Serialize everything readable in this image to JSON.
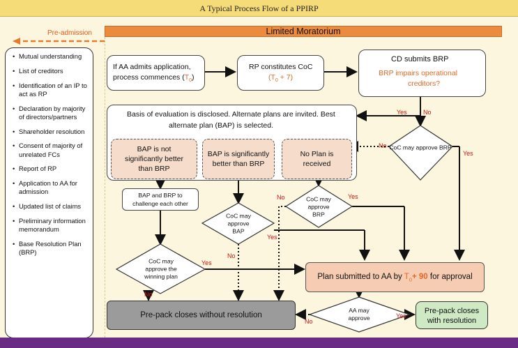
{
  "title": "A Typical Process Flow of a PPIRP",
  "moratorium": "Limited Moratorium",
  "pre_admission": "Pre-admission",
  "sidebar": [
    "Mutual understanding",
    "List of creditors",
    "Identification of an IP to act as RP",
    "Declaration by majority of directors/partners",
    "Shareholder resolution",
    "Consent of majority of unrelated FCs",
    "Report of RP",
    "Application to AA for admission",
    "Updated list of claims",
    "Preliminary information memorandum",
    "Base Resolution Plan (BRP)"
  ],
  "step1": {
    "line1": "If AA admits application,",
    "line2": "process commences (",
    "t": "T",
    "sub": "0",
    "close": ")"
  },
  "step2": {
    "line1": "RP constitutes CoC",
    "open": "(T",
    "sub": "0",
    "rest": " + 7)"
  },
  "step3": {
    "line1": "CD submits BRP",
    "line2": "BRP impairs operational",
    "line3": "creditors?"
  },
  "evaluation": {
    "line1": "Basis of evaluation is disclosed. Alternate plans are invited. Best",
    "line2": "alternate plan (BAP) is selected."
  },
  "options": {
    "not_better": "BAP is not significantly better than BRP",
    "better": "BAP is significantly better than BRP",
    "no_plan": "No Plan is received"
  },
  "challenge": "BAP and BRP to challenge each other",
  "diamonds": {
    "approve_brp_right": "CoC may approve BRP",
    "approve_bap": "CoC may approve BAP",
    "approve_brp_mid": "CoC may approve BRP",
    "approve_winning": "CoC may approve the winning plan",
    "aa_approve": "AA may approve"
  },
  "plan_submitted": {
    "prefix": "Plan submitted to AA by ",
    "t": "T",
    "sub": "0",
    "plus": "+ 90",
    "suffix": " for approval"
  },
  "closes_without": "Pre-pack closes without resolution",
  "closes_with": "Pre-pack closes with resolution",
  "labels": {
    "yes": "Yes",
    "no": "No"
  }
}
